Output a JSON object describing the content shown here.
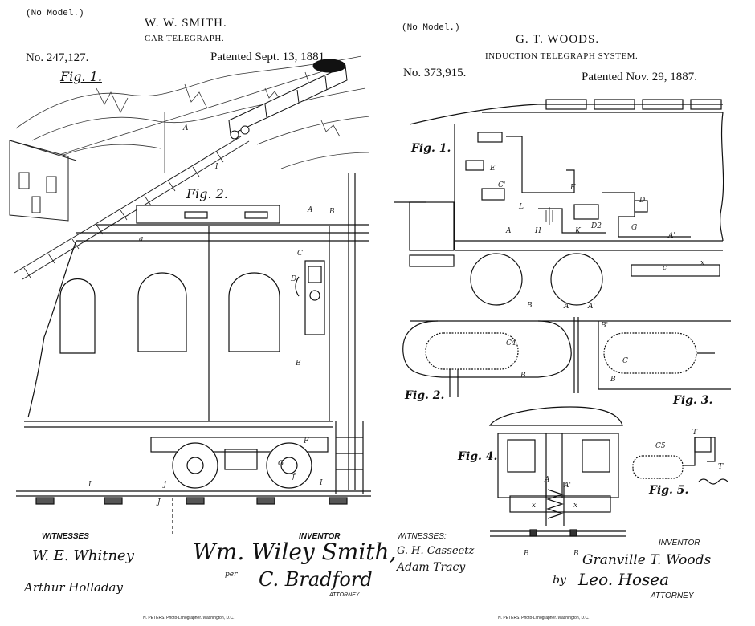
{
  "left_patent": {
    "no_model": "(No Model.)",
    "inventor_name": "W. W. SMITH.",
    "title": "CAR TELEGRAPH.",
    "patent_no": "No. 247,127.",
    "patented": "Patented Sept. 13, 1881.",
    "fig1": "Fig. 1.",
    "fig2": "Fig. 2.",
    "witnesses_label": "WITNESSES",
    "witness_1": "W. E. Whitney",
    "witness_2": "Arthur Holladay",
    "inventor_label": "INVENTOR",
    "inventor_signature": "Wm. Wiley Smith,",
    "per": "per",
    "attorney_signature": "C. Bradford",
    "attorney_label": "ATTORNEY.",
    "printer": "N. PETERS. Photo-Lithographer. Washington, D.C.",
    "labels": [
      "A",
      "B",
      "C",
      "D",
      "E",
      "F",
      "G",
      "I",
      "J",
      "a",
      "f",
      "j"
    ]
  },
  "right_patent": {
    "no_model": "(No Model.)",
    "inventor_name": "G. T. WOODS.",
    "title": "INDUCTION TELEGRAPH SYSTEM.",
    "patent_no": "No. 373,915.",
    "patented": "Patented Nov. 29, 1887.",
    "fig1": "Fig. 1.",
    "fig2": "Fig. 2.",
    "fig3": "Fig. 3.",
    "fig4": "Fig. 4.",
    "fig5": "Fig. 5.",
    "witnesses_label": "WITNESSES:",
    "witness_1": "G. H. Casseetz",
    "witness_2": "Adam Tracy",
    "inventor_label": "INVENTOR",
    "inventor_signature": "Granville T. Woods",
    "by": "by",
    "attorney_signature": "Leo. Hosea",
    "attorney_label": "ATTORNEY",
    "printer": "N. PETERS. Photo-Lithographer. Washington, D.C.",
    "labels": [
      "A",
      "A'",
      "B",
      "B'",
      "C",
      "C'",
      "C4",
      "C5",
      "D",
      "D2",
      "E",
      "F",
      "G",
      "H",
      "K",
      "L",
      "T",
      "T'",
      "c",
      "x"
    ]
  }
}
